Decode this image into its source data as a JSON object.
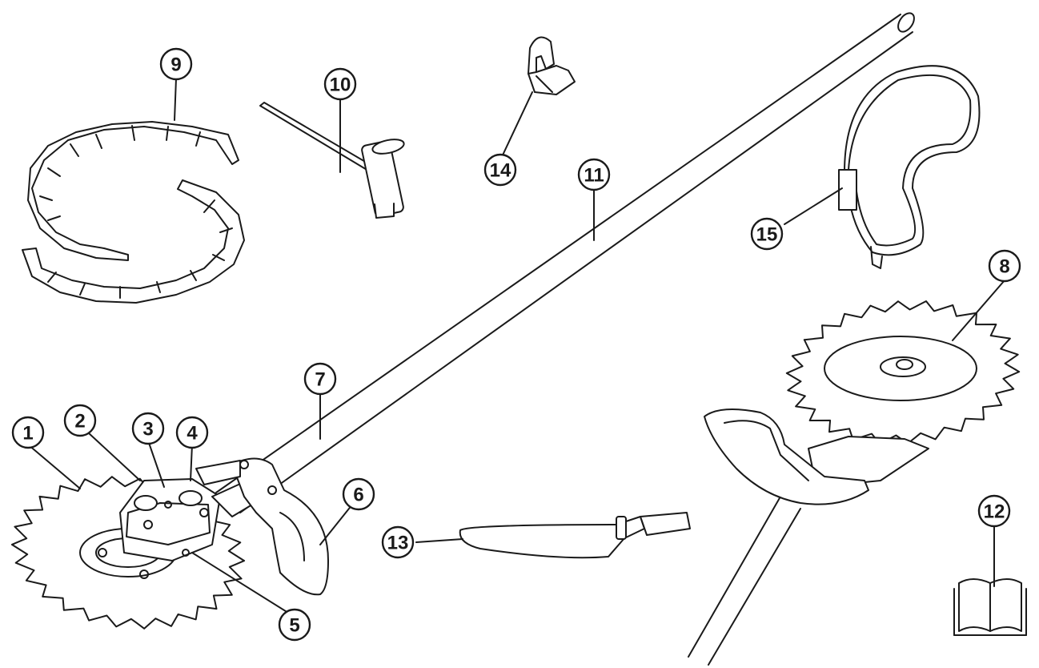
{
  "diagram": {
    "callouts": [
      {
        "id": "1",
        "label": "1"
      },
      {
        "id": "2",
        "label": "2"
      },
      {
        "id": "3",
        "label": "3"
      },
      {
        "id": "4",
        "label": "4"
      },
      {
        "id": "5",
        "label": "5"
      },
      {
        "id": "6",
        "label": "6"
      },
      {
        "id": "7",
        "label": "7"
      },
      {
        "id": "8",
        "label": "8"
      },
      {
        "id": "9",
        "label": "9"
      },
      {
        "id": "10",
        "label": "10"
      },
      {
        "id": "11",
        "label": "11"
      },
      {
        "id": "12",
        "label": "12"
      },
      {
        "id": "13",
        "label": "13"
      },
      {
        "id": "14",
        "label": "14"
      },
      {
        "id": "15",
        "label": "15"
      }
    ],
    "colors": {
      "line": "#1a1a1a",
      "fill": "#ffffff",
      "shade": "#e6e6e6"
    }
  }
}
